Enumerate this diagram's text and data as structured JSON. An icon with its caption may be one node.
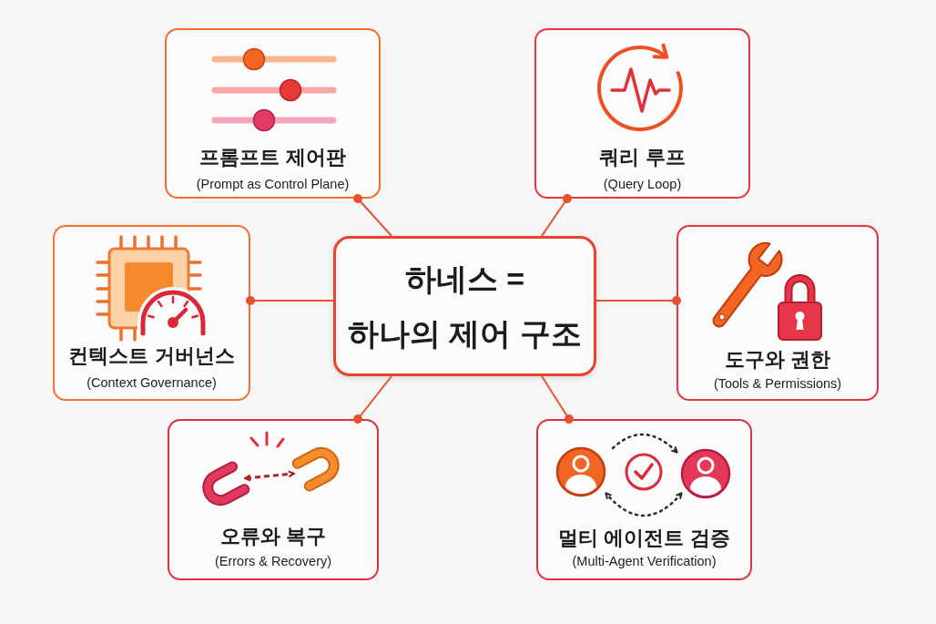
{
  "diagram": {
    "nodes": [
      {
        "text": [
          "프롬프트 제어판",
          "(Prompt as Control Plane)"
        ]
      },
      {
        "text": [
          "쿼리 루프",
          "(Query Loop)"
        ]
      },
      {
        "text": [
          "컨텍스트 거버넌스",
          "(Context Governance)"
        ]
      },
      {
        "text": [
          "하네스 = 하나의 제어 구조"
        ]
      },
      {
        "text": [
          "도구와 권한",
          "(Tools & Permissions)"
        ]
      },
      {
        "text": [
          "오류와 복구",
          "(Errors & Recovery)"
        ]
      },
      {
        "text": [
          "멀티 에이전트 검증",
          "(Multi-Agent Verification)"
        ]
      }
    ],
    "edges": [
      {
        "from": 3,
        "to": 0,
        "arrow": "other"
      },
      {
        "from": 3,
        "to": 1,
        "arrow": "other"
      },
      {
        "from": 3,
        "to": 2,
        "arrow": "other"
      },
      {
        "from": 3,
        "to": 4,
        "arrow": "other"
      },
      {
        "from": 3,
        "to": 5,
        "arrow": "other"
      },
      {
        "from": 3,
        "to": 6,
        "arrow": "other"
      }
    ]
  }
}
